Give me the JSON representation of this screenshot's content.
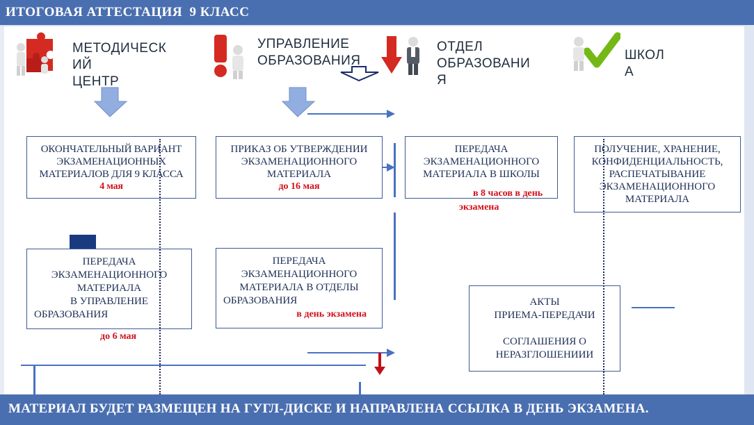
{
  "header": {
    "title": "ИТОГОВАЯ АТТЕСТАЦИЯ  9 КЛАСС"
  },
  "columns": [
    {
      "lines": [
        "МЕТОДИЧЕСК",
        "ИЙ",
        "ЦЕНТР"
      ],
      "icon": "puzzle-people-icon"
    },
    {
      "lines": [
        "УПРАВЛЕНИЕ",
        "ОБРАЗОВАНИЯ"
      ],
      "icon": "exclamation-person-icon"
    },
    {
      "lines": [
        "ОТДЕЛ",
        "ОБРАЗОВАНИ",
        "Я"
      ],
      "icon": "down-arrow-person-icon"
    },
    {
      "lines": [
        "ШКОЛ",
        "А"
      ],
      "icon": "checkmark-person-icon"
    }
  ],
  "boxes": {
    "final_variant": {
      "lines": [
        "ОКОНЧАТЕЛЬНЫЙ ВАРИАНТ",
        "ЭКЗАМЕНАЦИОННЫХ",
        "МАТЕРИАЛОВ ДЛЯ 9 КЛАССА"
      ],
      "date": "4 мая"
    },
    "order": {
      "lines": [
        "ПРИКАЗ ОБ УТВЕРЖДЕНИИ",
        "ЭКЗАМЕНАЦИОННОГО",
        "МАТЕРИАЛА"
      ],
      "date": "до 16 мая"
    },
    "transfer_schools": {
      "lines": [
        "ПЕРЕДАЧА",
        "ЭКЗАМЕНАЦИОННОГО",
        "МАТЕРИАЛА В  ШКОЛЫ"
      ],
      "date_line1": "в 8 часов в день",
      "date_line2": "экзамена"
    },
    "receipt": {
      "lines": [
        "ПОЛУЧЕНИЕ, ХРАНЕНИЕ,",
        "КОНФИДЕНЦИАЛЬНОСТЬ,",
        "РАСПЕЧАТЫВАНИЕ",
        "ЭКЗАМЕНАЦИОННОГО",
        "МАТЕРИАЛА"
      ]
    },
    "transfer_uo": {
      "lines": [
        "ПЕРЕДАЧА",
        "ЭКЗАМЕНАЦИОННОГО",
        "МАТЕРИАЛА",
        "В УПРАВЛЕНИЕ",
        "ОБРАЗОВАНИЯ"
      ],
      "date": "до 6 мая"
    },
    "transfer_departments": {
      "lines": [
        "ПЕРЕДАЧА",
        "ЭКЗАМЕНАЦИОННОГО",
        "МАТЕРИАЛА В ОТДЕЛЫ",
        "ОБРАЗОВАНИЯ"
      ],
      "date": "в день экзамена"
    },
    "acts": {
      "lines": [
        "АКТЫ",
        "ПРИЕМА-ПЕРЕДАЧИ",
        "",
        "СОГЛАШЕНИЯ О",
        "НЕРАЗГЛОШЕНИИИ"
      ]
    }
  },
  "footer": {
    "text": "МАТЕРИАЛ БУДЕТ РАЗМЕЩЕН НА ГУГЛ-ДИСКЕ И НАПРАВЛЕНА ССЫЛКА В ДЕНЬ ЭКЗАМЕНА."
  },
  "colors": {
    "bar": "#4a6fb0",
    "accent_red": "#d0111b",
    "line_blue": "#4a72c0",
    "box_border": "#3d5a92"
  }
}
